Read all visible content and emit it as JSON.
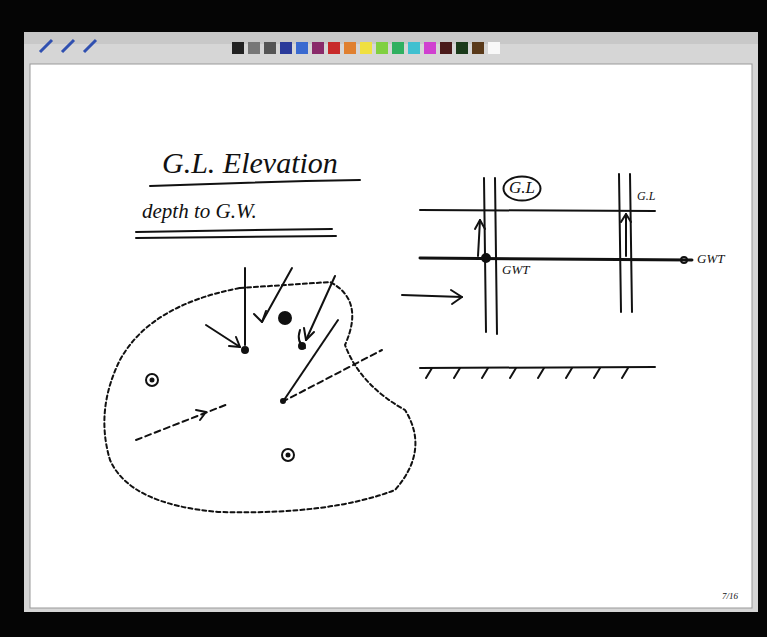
{
  "diagram": {
    "title": "G.L. Elevation",
    "nodes": [
      {
        "text": [
          "G.L"
        ]
      }
    ],
    "edges": [],
    "labels": [
      "depth to G.W.",
      "GWT",
      "G.L",
      "GWT",
      "7/16"
    ]
  }
}
